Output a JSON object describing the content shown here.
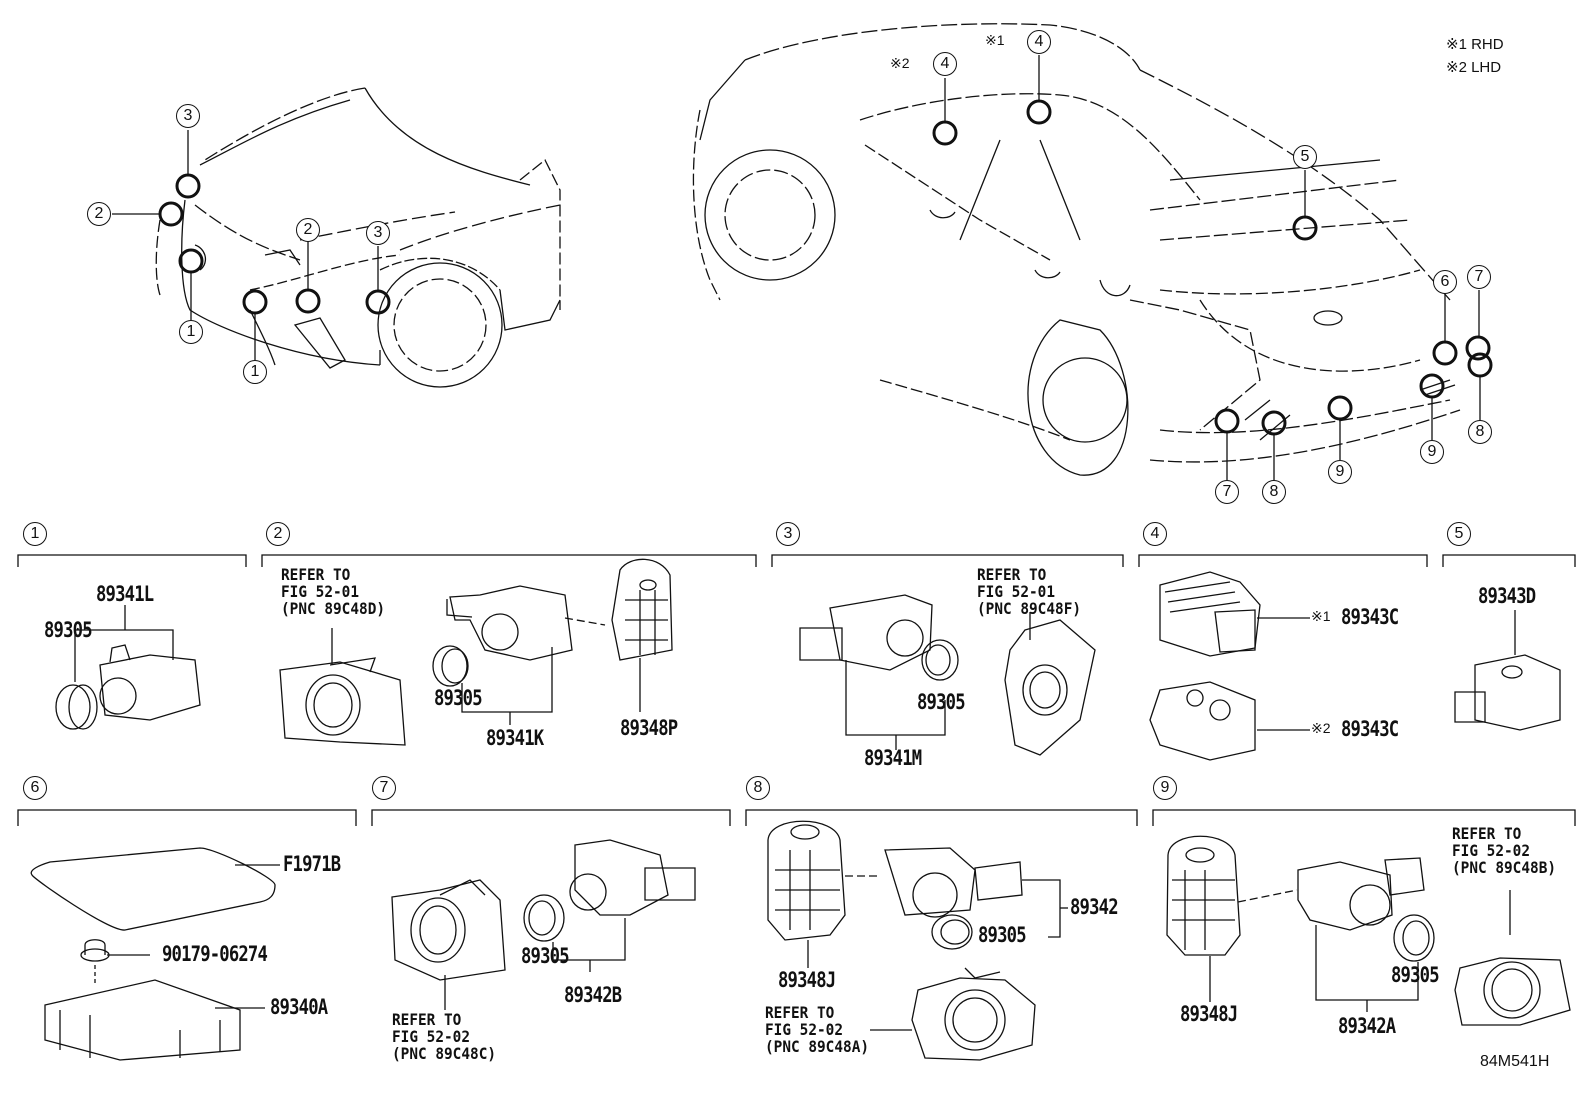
{
  "legend": {
    "items": [
      {
        "mark": "※1",
        "text": "RHD"
      },
      {
        "mark": "※2",
        "text": "LHD"
      }
    ]
  },
  "figure_id": "84M541H",
  "front_view": {
    "callouts": [
      "3",
      "2",
      "2",
      "3",
      "1",
      "1"
    ]
  },
  "rear_view": {
    "callouts": [
      {
        "mark": "※2",
        "num": "4"
      },
      {
        "mark": "※1",
        "num": "4"
      },
      {
        "num": "5"
      },
      {
        "num": "6"
      },
      {
        "num": "7"
      },
      {
        "num": "8"
      },
      {
        "num": "7"
      },
      {
        "num": "8"
      },
      {
        "num": "9"
      },
      {
        "num": "9"
      }
    ]
  },
  "groups": [
    {
      "id": "1",
      "parts": [
        "89341L",
        "89305"
      ]
    },
    {
      "id": "2",
      "refer": "REFER TO\nFIG 52-01\n(PNC 89C48D)",
      "parts": [
        "89305",
        "89341K",
        "89348P"
      ]
    },
    {
      "id": "3",
      "refer": "REFER TO\nFIG 52-01\n(PNC 89C48F)",
      "parts": [
        "89305",
        "89341M"
      ]
    },
    {
      "id": "4",
      "parts": [
        {
          "mark": "※1",
          "pn": "89343C"
        },
        {
          "mark": "※2",
          "pn": "89343C"
        }
      ]
    },
    {
      "id": "5",
      "parts": [
        "89343D"
      ]
    },
    {
      "id": "6",
      "parts": [
        "F1971B",
        "90179-06274",
        "89340A"
      ]
    },
    {
      "id": "7",
      "refer": "REFER TO\nFIG 52-02\n(PNC 89C48C)",
      "parts": [
        "89305",
        "89342B"
      ]
    },
    {
      "id": "8",
      "refer": "REFER TO\nFIG 52-02\n(PNC 89C48A)",
      "parts": [
        "89342",
        "89305",
        "89348J"
      ]
    },
    {
      "id": "9",
      "refer": "REFER TO\nFIG 52-02\n(PNC 89C48B)",
      "parts": [
        "89305",
        "89348J",
        "89342A"
      ]
    }
  ]
}
